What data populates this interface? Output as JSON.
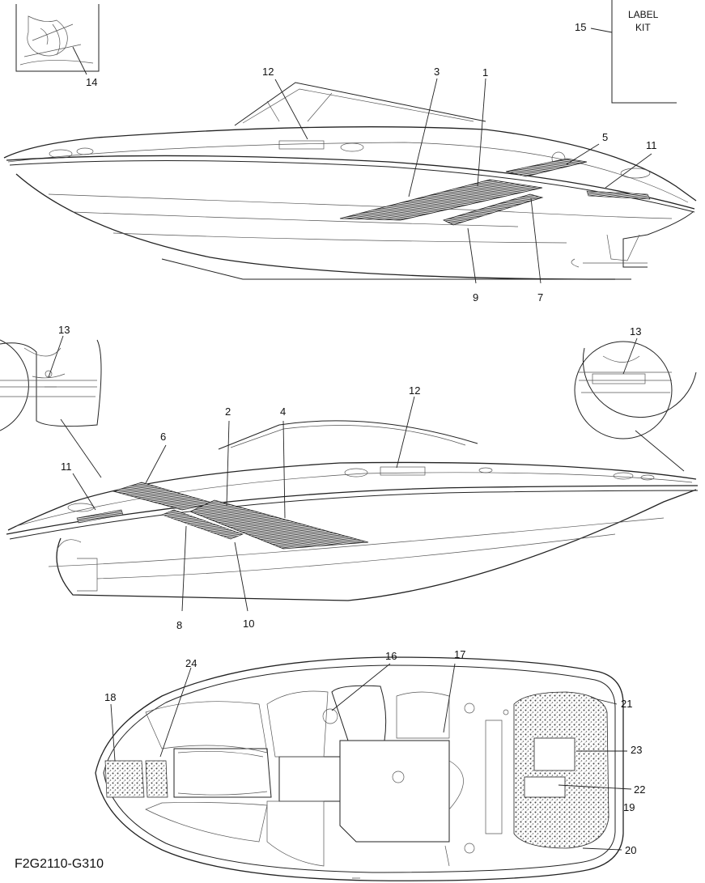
{
  "diagram": {
    "code": "F2G2110-G310",
    "label_kit": {
      "line1": "LABEL",
      "line2": "KIT"
    },
    "callouts": [
      "1",
      "2",
      "3",
      "4",
      "5",
      "6",
      "7",
      "8",
      "9",
      "10",
      "11",
      "11",
      "12",
      "12",
      "13",
      "13",
      "14",
      "15",
      "16",
      "17",
      "18",
      "19",
      "20",
      "21",
      "22",
      "23",
      "24"
    ],
    "colors": {
      "line": "#222222",
      "background": "#ffffff",
      "hatch": "#333333"
    }
  }
}
